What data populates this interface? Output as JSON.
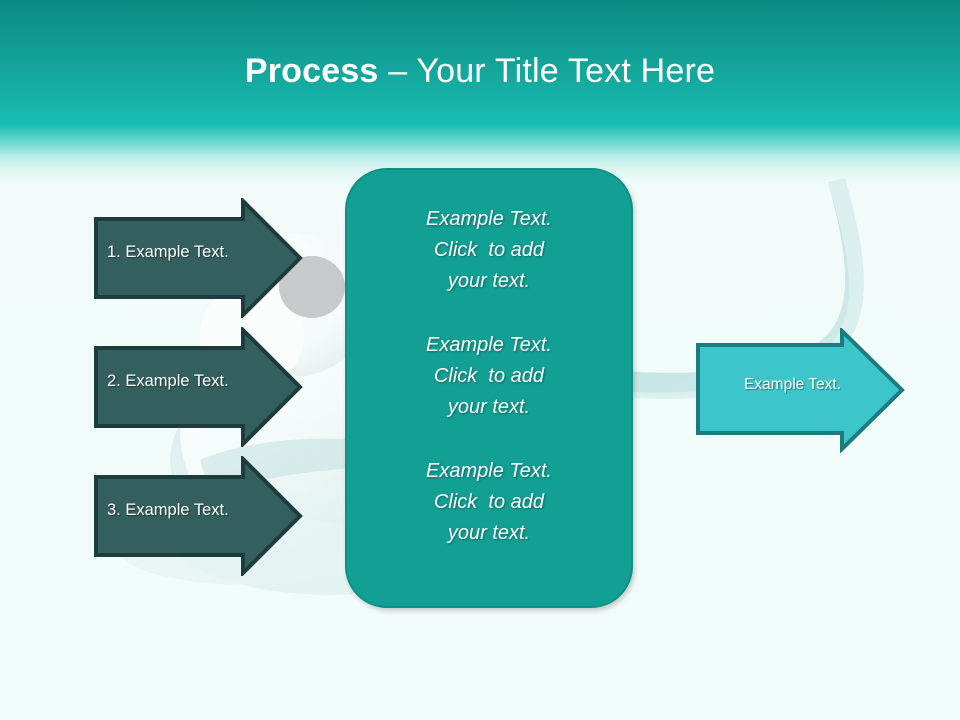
{
  "slide": {
    "title": {
      "bold_part": "Process",
      "rest_part": " – Your Title Text Here"
    }
  },
  "colors": {
    "header_gradient_top": "#0b8a82",
    "header_gradient_mid": "#19bdb2",
    "background": "#f2fbfa",
    "step_arrow_fill": "#33605f",
    "step_arrow_border": "#1d3d3d",
    "center_panel_fill": "#12a094",
    "center_panel_border": "#0f8f85",
    "output_arrow_fill": "#3cc6cb",
    "output_arrow_border": "#1c7b7e",
    "text_on_dark": "#ffffff"
  },
  "steps": [
    {
      "label": "1. Example Text."
    },
    {
      "label": "2. Example Text."
    },
    {
      "label": "3. Example Text."
    }
  ],
  "center_panel": {
    "blocks": [
      {
        "line1": "Example Text.",
        "line2": "Click  to add",
        "line3": "your text."
      },
      {
        "line1": "Example Text.",
        "line2": "Click  to add",
        "line3": "your text."
      },
      {
        "line1": "Example Text.",
        "line2": "Click  to add",
        "line3": "your text."
      }
    ]
  },
  "output": {
    "label": "Example Text."
  }
}
